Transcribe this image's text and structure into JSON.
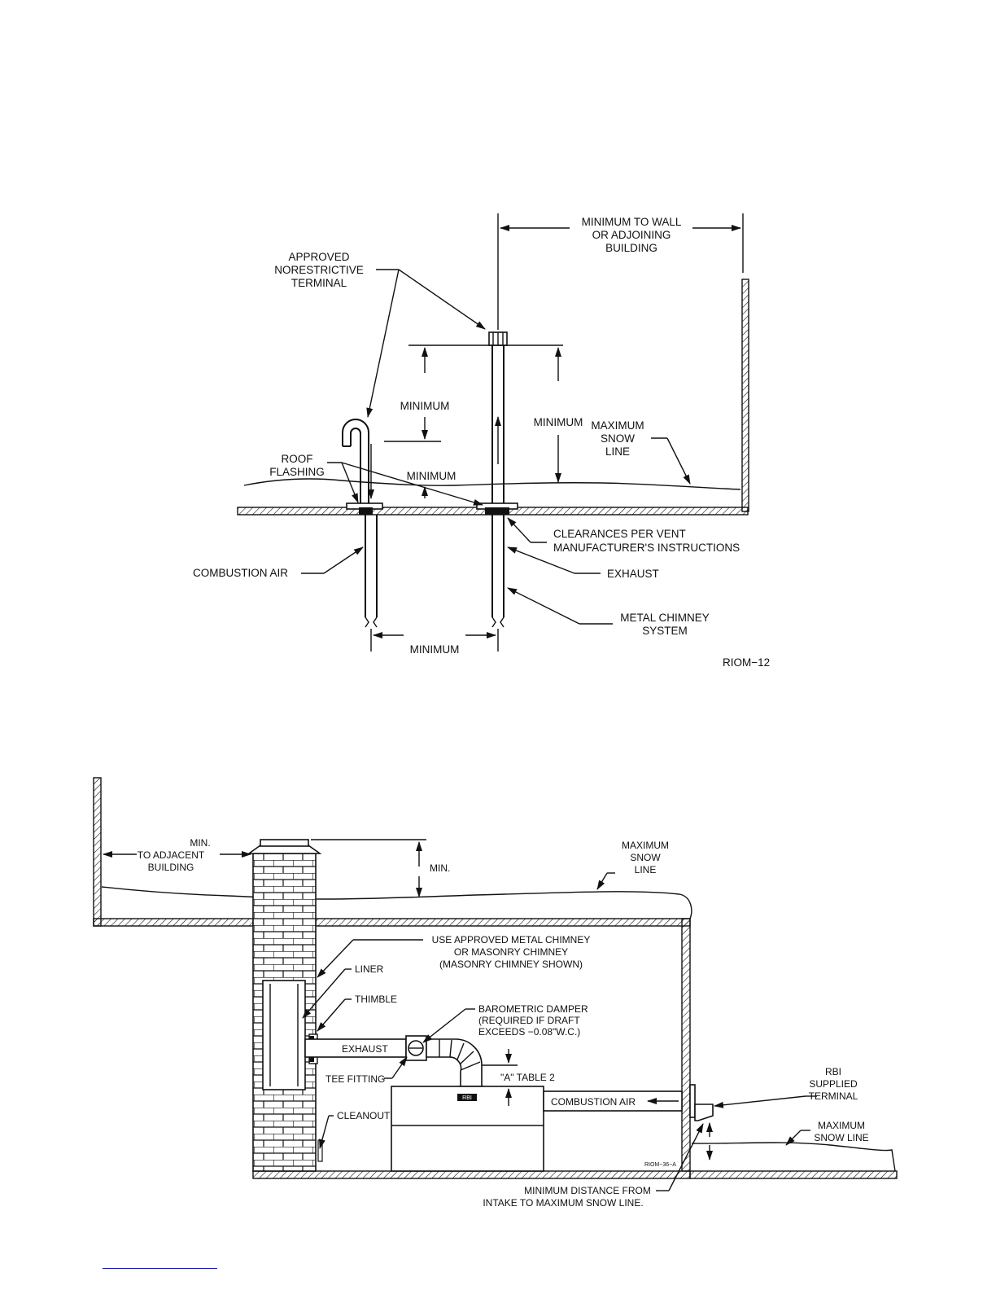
{
  "figure1": {
    "labels": {
      "terminal": [
        "APPROVED",
        "NORESTRICTIVE",
        "TERMINAL"
      ],
      "min_to_wall": [
        "MINIMUM  TO  WALL",
        "OR  ADJOINING",
        "BUILDING"
      ],
      "minimum_left": "MINIMUM",
      "minimum_right": "MINIMUM",
      "minimum_flash": "MINIMUM",
      "minimum_bottom": "MINIMUM",
      "snow": [
        "MAXIMUM",
        "SNOW",
        "LINE"
      ],
      "roof_flashing": [
        "ROOF",
        "FLASHING"
      ],
      "clearances": [
        "CLEARANCES  PER  VENT",
        "MANUFACTURER'S  INSTRUCTIONS"
      ],
      "combustion_air": "COMBUSTION  AIR",
      "exhaust": "EXHAUST",
      "metal_chimney": [
        "METAL  CHIMNEY",
        "SYSTEM"
      ],
      "code": "RIOM−12"
    }
  },
  "figure2": {
    "labels": {
      "adjacent": [
        "MIN.",
        "TO  ADJACENT",
        "BUILDING"
      ],
      "min": "MIN.",
      "snow_top": [
        "MAXIMUM",
        "SNOW",
        "LINE"
      ],
      "chimney": [
        "USE  APPROVED  METAL  CHIMNEY",
        "OR  MASONRY  CHIMNEY",
        "(MASONRY  CHIMNEY  SHOWN)"
      ],
      "liner": "LINER",
      "thimble": "THIMBLE",
      "damper": [
        "BAROMETRIC  DAMPER",
        "(REQUIRED  IF  DRAFT",
        "EXCEEDS  −0.08\"W.C.)"
      ],
      "exhaust": "EXHAUST",
      "tee": "TEE  FITTING",
      "a_table": "\"A\"  TABLE  2",
      "combustion_air": "COMBUSTION  AIR",
      "rbi": [
        "RBI",
        "SUPPLIED",
        "TERMINAL"
      ],
      "snow_right": [
        "MAXIMUM",
        "SNOW  LINE"
      ],
      "cleanout": "CLEANOUT",
      "min_distance": [
        "MINIMUM  DISTANCE  FROM",
        "INTAKE  TO  MAXIMUM  SNOW  LINE."
      ],
      "code": "RIOM−36−A",
      "boiler_badge": "RBI"
    }
  }
}
